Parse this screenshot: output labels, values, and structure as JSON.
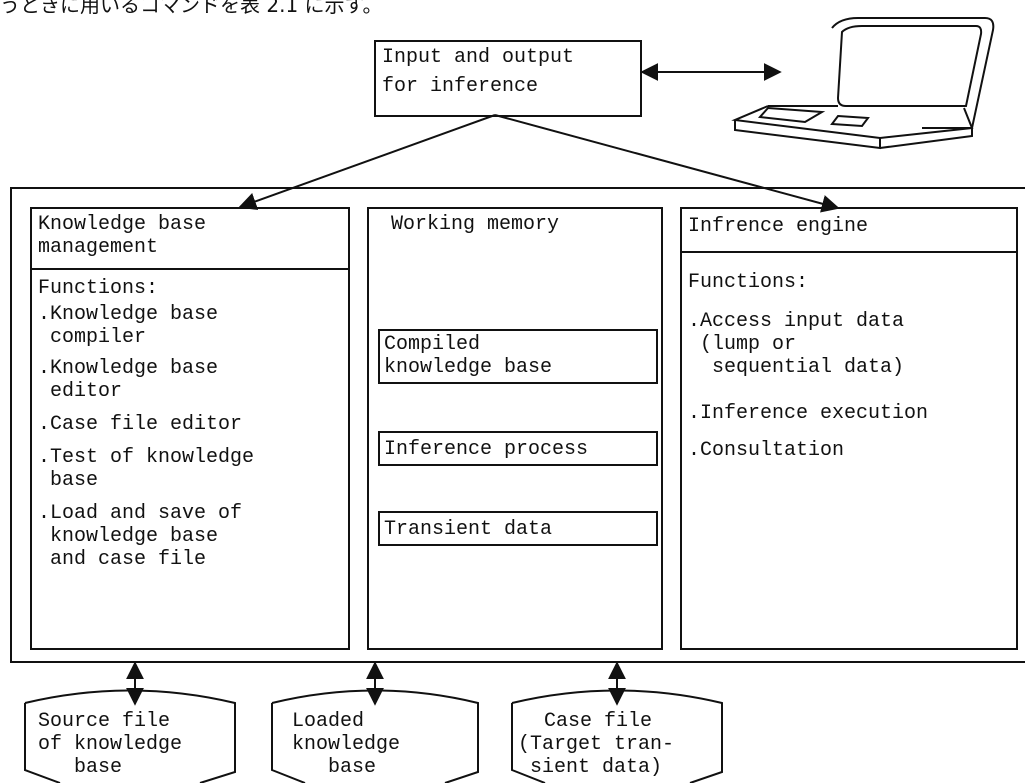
{
  "header_fragment": "うときに用いるコマンドを表 2.1 に示す。",
  "io_box": {
    "line1": "Input and output",
    "line2": "for inference"
  },
  "kbm": {
    "title1": "Knowledge base",
    "title2": "management",
    "functions_label": "Functions:",
    "items": [
      [
        ".Knowledge base",
        " compiler"
      ],
      [
        ".Knowledge base",
        " editor"
      ],
      [
        ".Case file editor"
      ],
      [
        ".Test of knowledge",
        " base"
      ],
      [
        ".Load and save of",
        " knowledge base",
        " and case file"
      ]
    ]
  },
  "wm": {
    "title": "Working memory",
    "compiled": [
      "Compiled",
      "knowledge base"
    ],
    "process": "Inference process",
    "transient": "Transient data"
  },
  "ie": {
    "title": "Infrence engine",
    "functions_label": "Functions:",
    "items": [
      [
        ".Access input data",
        " (lump or",
        "  sequential data)"
      ],
      [
        ".Inference execution"
      ],
      [
        ".Consultation"
      ]
    ]
  },
  "files": {
    "source": [
      "Source file",
      "of knowledge",
      "   base"
    ],
    "loaded": [
      "Loaded",
      "knowledge",
      "   base"
    ],
    "case": [
      "Case file",
      "(Target tran-",
      "sient data)"
    ]
  }
}
